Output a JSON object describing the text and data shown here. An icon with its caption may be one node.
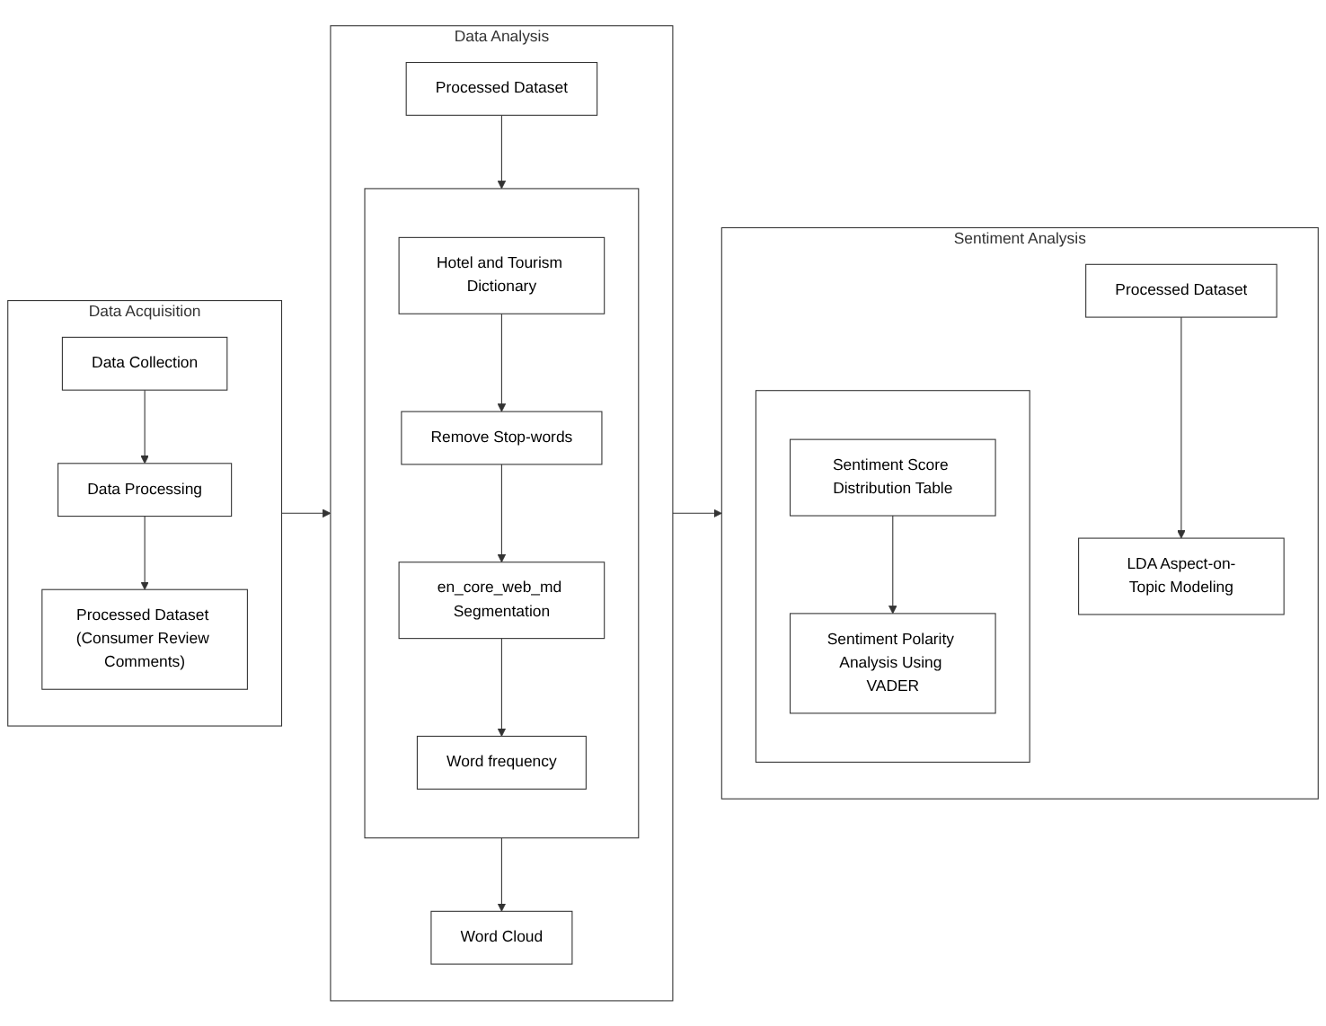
{
  "diagram": {
    "nodes": [
      {
        "text": [
          "Data Acquisition"
        ]
      },
      {
        "text": [
          "Data Collection"
        ],
        "in": 0
      },
      {
        "text": [
          "Data Processing"
        ],
        "in": 0
      },
      {
        "text": [
          "Processed Dataset (Consumer Review Comments)"
        ],
        "in": 0
      },
      {
        "text": [
          "Data Analysis"
        ]
      },
      {
        "text": [
          "Processed Dataset"
        ],
        "in": 4
      },
      {
        "text": [],
        "shape": "box",
        "in": 4
      },
      {
        "text": [
          "Hotel and Tourism Dictionary"
        ],
        "in": 6
      },
      {
        "text": [
          "Remove Stop-words"
        ],
        "in": 6
      },
      {
        "text": [
          "en_core_web_md Segmentation"
        ],
        "in": 6
      },
      {
        "text": [
          "Word frequency"
        ],
        "in": 6
      },
      {
        "text": [
          "Word Cloud"
        ],
        "in": 4
      },
      {
        "text": [
          "Sentiment Analysis"
        ]
      },
      {
        "text": [
          "Processed Dataset"
        ],
        "in": 12
      },
      {
        "text": [
          "LDA Aspect-on-Topic Modeling"
        ],
        "in": 12
      },
      {
        "text": [],
        "shape": "box",
        "in": 12
      },
      {
        "text": [
          "Sentiment Score Distribution Table"
        ],
        "in": 15
      },
      {
        "text": [
          "Sentiment Polarity Analysis Using VADER"
        ],
        "in": 15
      }
    ],
    "edges": [
      {
        "from": 1,
        "to": 2,
        "arrow": "to"
      },
      {
        "from": 2,
        "to": 3,
        "arrow": "to"
      },
      {
        "from": 0,
        "to": 4,
        "arrow": "to"
      },
      {
        "from": 5,
        "to": 6,
        "arrow": "to"
      },
      {
        "from": 7,
        "to": 8,
        "arrow": "to"
      },
      {
        "from": 8,
        "to": 9,
        "arrow": "to"
      },
      {
        "from": 9,
        "to": 10,
        "arrow": "to"
      },
      {
        "from": 6,
        "to": 11,
        "arrow": "to"
      },
      {
        "from": 4,
        "to": 12,
        "arrow": "to"
      },
      {
        "from": 13,
        "to": 14,
        "arrow": "to"
      },
      {
        "from": 16,
        "to": 17,
        "arrow": "to"
      }
    ]
  }
}
